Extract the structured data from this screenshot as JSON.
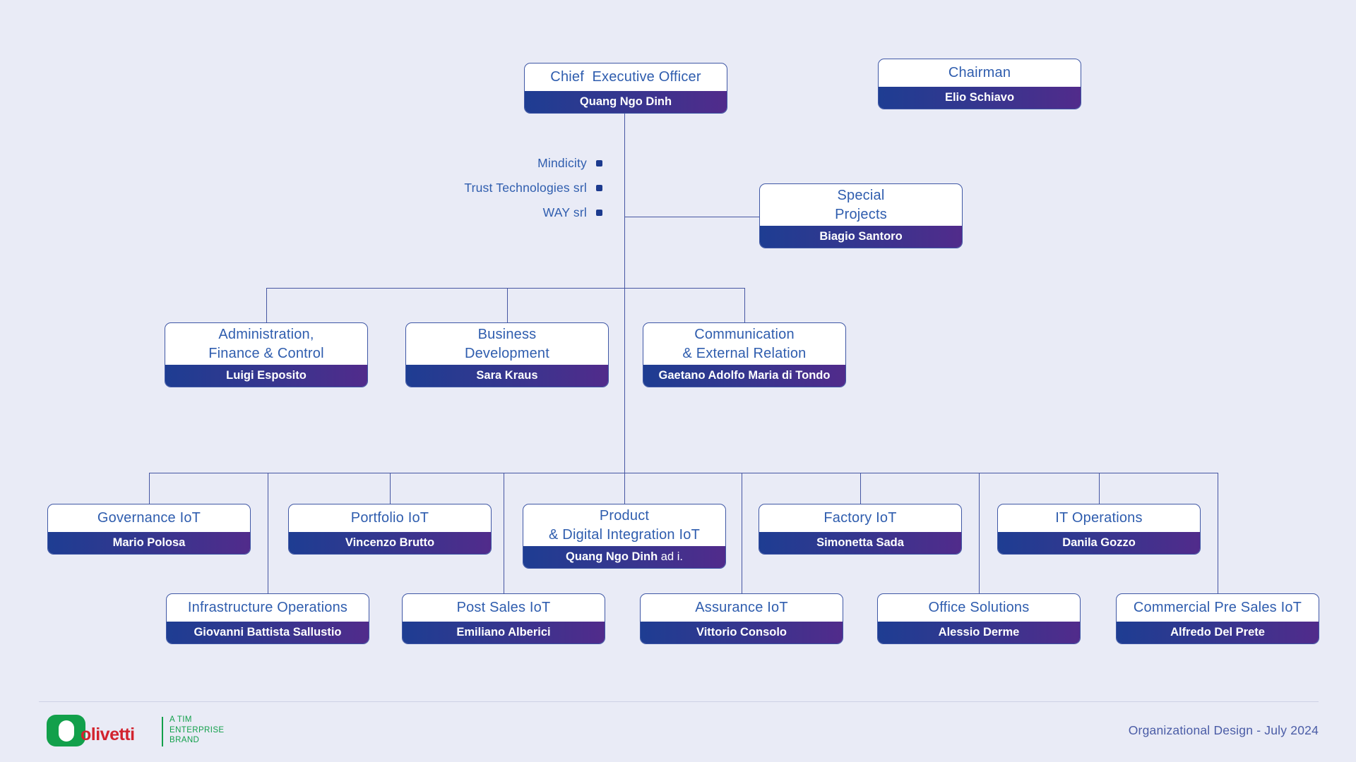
{
  "document": {
    "footer_note": "Organizational Design - July 2024"
  },
  "subsidiaries": [
    "Mindicity",
    "Trust Technologies srl",
    "WAY srl"
  ],
  "nodes": {
    "ceo": {
      "title1": "Chief  Executive Officer",
      "name": "Quang Ngo Dinh"
    },
    "chairman": {
      "title1": "Chairman",
      "name": "Elio Schiavo"
    },
    "special_projects": {
      "title1": "Special",
      "title2": "Projects",
      "name": "Biagio Santoro"
    },
    "admin_finance_control": {
      "title1": "Administration,",
      "title2": "Finance & Control",
      "name": "Luigi Esposito"
    },
    "business_development": {
      "title1": "Business",
      "title2": "Development",
      "name": "Sara Kraus"
    },
    "communication_external_relation": {
      "title1": "Communication",
      "title2": "& External Relation",
      "name": "Gaetano Adolfo Maria di Tondo"
    },
    "governance_iot": {
      "title1": "Governance IoT",
      "name": "Mario Polosa"
    },
    "portfolio_iot": {
      "title1": "Portfolio IoT",
      "name": "Vincenzo Brutto"
    },
    "product_digital_integration_iot": {
      "title1": "Product",
      "title2": "& Digital Integration IoT",
      "name": "Quang Ngo Dinh",
      "name_suffix": " ad i."
    },
    "factory_iot": {
      "title1": "Factory IoT",
      "name": "Simonetta Sada"
    },
    "it_operations": {
      "title1": "IT Operations",
      "name": "Danila Gozzo"
    },
    "infrastructure_operations": {
      "title1": "Infrastructure Operations",
      "name": "Giovanni Battista Sallustio"
    },
    "post_sales_iot": {
      "title1": "Post Sales IoT",
      "name": "Emiliano Alberici"
    },
    "assurance_iot": {
      "title1": "Assurance IoT",
      "name": "Vittorio Consolo"
    },
    "office_solutions": {
      "title1": "Office Solutions",
      "name": "Alessio Derme"
    },
    "commercial_pre_sales_iot": {
      "title1": "Commercial Pre Sales IoT",
      "name": "Alfredo Del Prete"
    }
  },
  "logo": {
    "wordmark": "olivetti",
    "tagline": [
      "A TIM",
      "ENTERPRISE",
      "BRAND"
    ]
  },
  "colors": {
    "background": "#e9ebf6",
    "box_border": "#3f57a5",
    "title_text": "#2f5dae",
    "name_bar_gradient_start": "#1e3d92",
    "name_bar_gradient_end": "#512b8b",
    "connector": "#4656a2",
    "brand_green": "#12a04b",
    "brand_red": "#d2232e"
  }
}
